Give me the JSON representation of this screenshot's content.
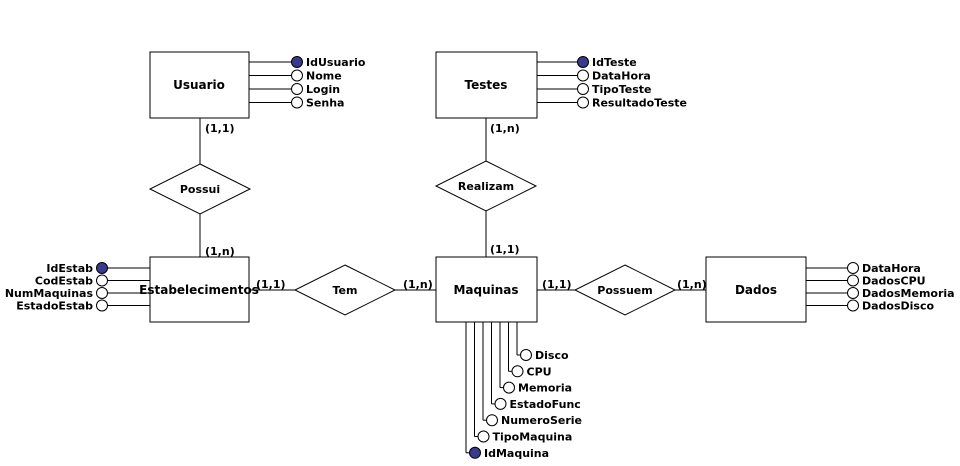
{
  "colors": {
    "line": "#000000",
    "background": "#ffffff",
    "key_fill": "#3a3a8c"
  },
  "entities": {
    "usuario": "Usuario",
    "testes": "Testes",
    "estabelecimentos": "Estabelecimentos",
    "maquinas": "Maquinas",
    "dados": "Dados"
  },
  "relationships": {
    "possui": "Possui",
    "realizam": "Realizam",
    "tem": "Tem",
    "possuem": "Possuem"
  },
  "cardinalities": {
    "usuario_possui": "(1,1)",
    "possui_estab": "(1,n)",
    "testes_realizam": "(1,n)",
    "realizam_maquinas": "(1,1)",
    "estab_tem": "(1,1)",
    "tem_maquinas": "(1,n)",
    "maquinas_possuem": "(1,1)",
    "possuem_dados": "(1,n)"
  },
  "attributes": {
    "usuario": [
      {
        "label": "IdUsuario",
        "key": true
      },
      {
        "label": "Nome",
        "key": false
      },
      {
        "label": "Login",
        "key": false
      },
      {
        "label": "Senha",
        "key": false
      }
    ],
    "testes": [
      {
        "label": "IdTeste",
        "key": true
      },
      {
        "label": "DataHora",
        "key": false
      },
      {
        "label": "TipoTeste",
        "key": false
      },
      {
        "label": "ResultadoTeste",
        "key": false
      }
    ],
    "estabelecimentos": [
      {
        "label": "IdEstab",
        "key": true
      },
      {
        "label": "CodEstab",
        "key": false
      },
      {
        "label": "NumMaquinas",
        "key": false
      },
      {
        "label": "EstadoEstab",
        "key": false
      }
    ],
    "dados": [
      {
        "label": "DataHora",
        "key": false
      },
      {
        "label": "DadosCPU",
        "key": false
      },
      {
        "label": "DadosMemoria",
        "key": false
      },
      {
        "label": "DadosDisco",
        "key": false
      }
    ],
    "maquinas": [
      {
        "label": "Disco",
        "key": false
      },
      {
        "label": "CPU",
        "key": false
      },
      {
        "label": "Memoria",
        "key": false
      },
      {
        "label": "EstadoFunc",
        "key": false
      },
      {
        "label": "NumeroSerie",
        "key": false
      },
      {
        "label": "TipoMaquina",
        "key": false
      },
      {
        "label": "IdMaquina",
        "key": true
      }
    ]
  }
}
